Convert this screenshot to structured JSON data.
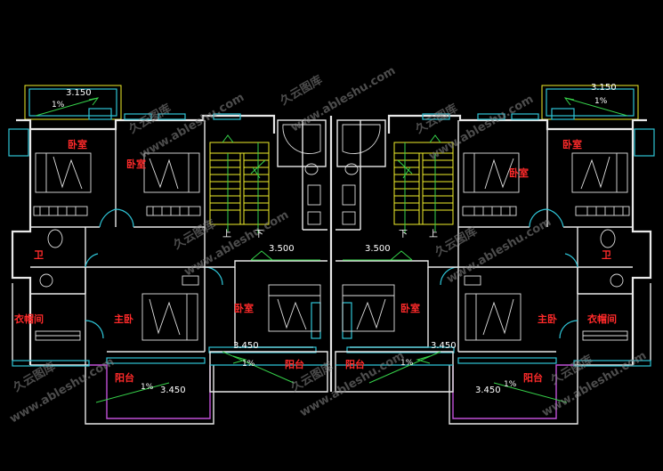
{
  "rooms": {
    "bedroom": "卧室",
    "master_bedroom": "主卧",
    "bathroom": "卫",
    "closet": "衣帽间",
    "balcony": "阳台"
  },
  "levels": {
    "top": "3.150",
    "stair": "3.500",
    "balcony_mid": "3.450",
    "balcony_low": "3.450"
  },
  "slope": "1%",
  "stair_marks": {
    "up": "上",
    "down": "下"
  },
  "watermark": {
    "brand": "久云图库",
    "site": "www.ableshu.com"
  },
  "colors": {
    "background": "#000000",
    "wall": "#e8e8e8",
    "window": "#2ec4d6",
    "balcony": "#c050d8",
    "stair": "#f0ee2a",
    "dimension": "#36d24a",
    "room_label": "#ff2a2a"
  }
}
